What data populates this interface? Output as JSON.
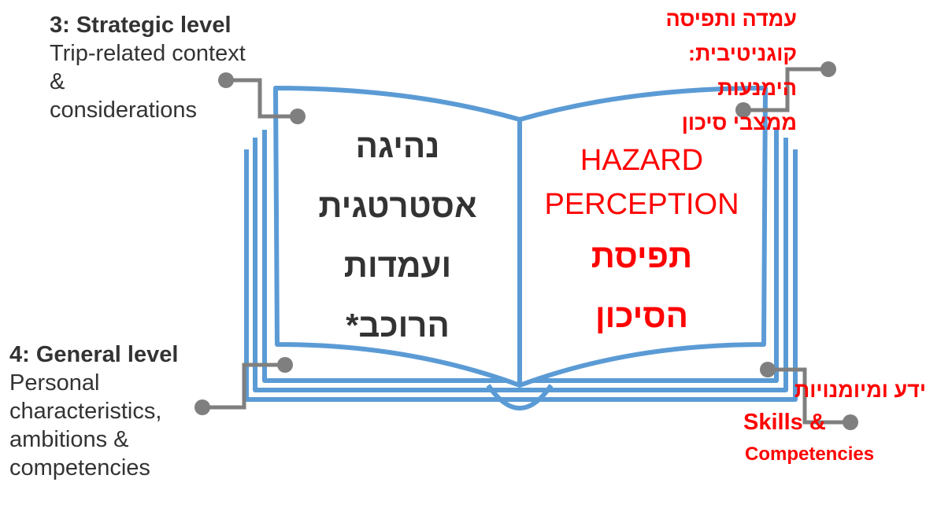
{
  "strategic": {
    "title": "3: Strategic level",
    "lines": [
      "Trip-related context",
      "&",
      "considerations"
    ]
  },
  "general": {
    "title": "4: General level",
    "lines": [
      "Personal",
      "characteristics,",
      "ambitions &",
      "competencies"
    ]
  },
  "top_right": {
    "lines": [
      "עמדה ותפיסה",
      "קוגניטיבית:",
      "הימנעות",
      "ממצבי סיכון"
    ]
  },
  "bottom_right": {
    "lines": [
      "ידע ומיומנויות",
      "Skills &",
      "Competencies"
    ]
  },
  "left_page": {
    "lines": [
      "נהיגה",
      "אסטרטגית",
      "ועמדות",
      "הרוכב*"
    ]
  },
  "right_page": {
    "english": [
      "HAZARD",
      "PERCEPTION"
    ],
    "hebrew": [
      "תפיסת",
      "הסיכון"
    ]
  },
  "colors": {
    "book_outline": "#5b9bd5",
    "connector": "#7f7f7f",
    "dark_text": "#333333",
    "accent_red": "#ff0000"
  }
}
